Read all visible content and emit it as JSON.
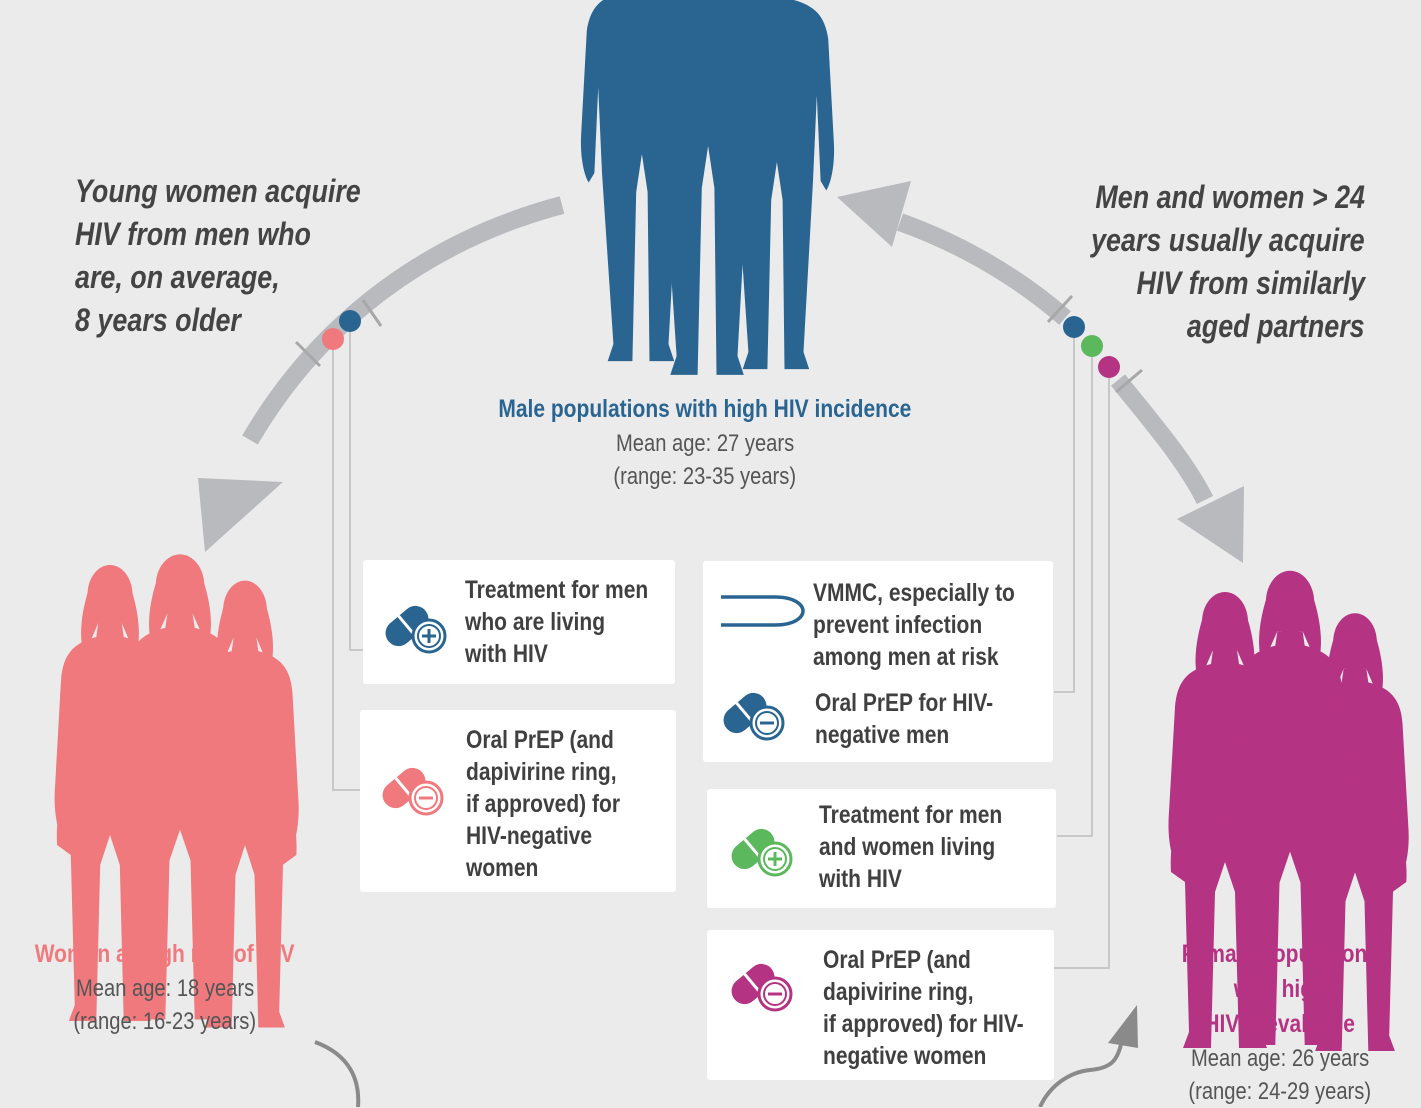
{
  "annotations": {
    "left": [
      "Young women acquire",
      "HIV from men who",
      "are, on average,",
      "8 years older"
    ],
    "right": [
      "Men and women > 24",
      "years usually acquire",
      "HIV from similarly",
      "aged partners"
    ]
  },
  "populations": {
    "male": {
      "title": "Male populations with high HIV incidence",
      "mean_age": "Mean age: 27 years",
      "range": "(range: 23-35 years)"
    },
    "women": {
      "title": "Women at high risk of HIV",
      "mean_age": "Mean age: 18 years",
      "range": "(range: 16-23 years)"
    },
    "female": {
      "title_lines": [
        "Female populations",
        "with high",
        "HIV prevalence"
      ],
      "mean_age": "Mean age: 26 years",
      "range": "(range: 24-29 years)"
    }
  },
  "interventions": {
    "treatment_men": [
      "Treatment for men",
      "who are living",
      "with HIV"
    ],
    "prep_women_left": [
      "Oral PrEP (and",
      "dapivirine ring,",
      "if approved) for",
      "HIV-negative",
      "women"
    ],
    "vmmc": [
      "VMMC, especially to",
      "prevent infection",
      "among men at risk"
    ],
    "prep_men": [
      "Oral PrEP for HIV-",
      "negative men"
    ],
    "treatment_all": [
      "Treatment for men",
      "and women living",
      "with HIV"
    ],
    "prep_women_right": [
      "Oral PrEP (and",
      "dapivirine ring,",
      "if approved) for HIV-",
      "negative women"
    ]
  },
  "icons": {
    "treatment_men": "pill-plus-icon",
    "prep_women_left": "pill-minus-icon",
    "vmmc": "circumcision-outline-icon",
    "prep_men": "pill-minus-icon",
    "treatment_all": "pill-plus-icon",
    "prep_women_right": "pill-minus-icon"
  },
  "colors": {
    "background": "#ebebeb",
    "male": "#2a6592",
    "women_at_risk": "#f0797d",
    "female": "#b53383",
    "treatment_all": "#5cb85c",
    "arrow": "#b9babd",
    "connector": "#c8c8c8",
    "text": "#404040"
  }
}
